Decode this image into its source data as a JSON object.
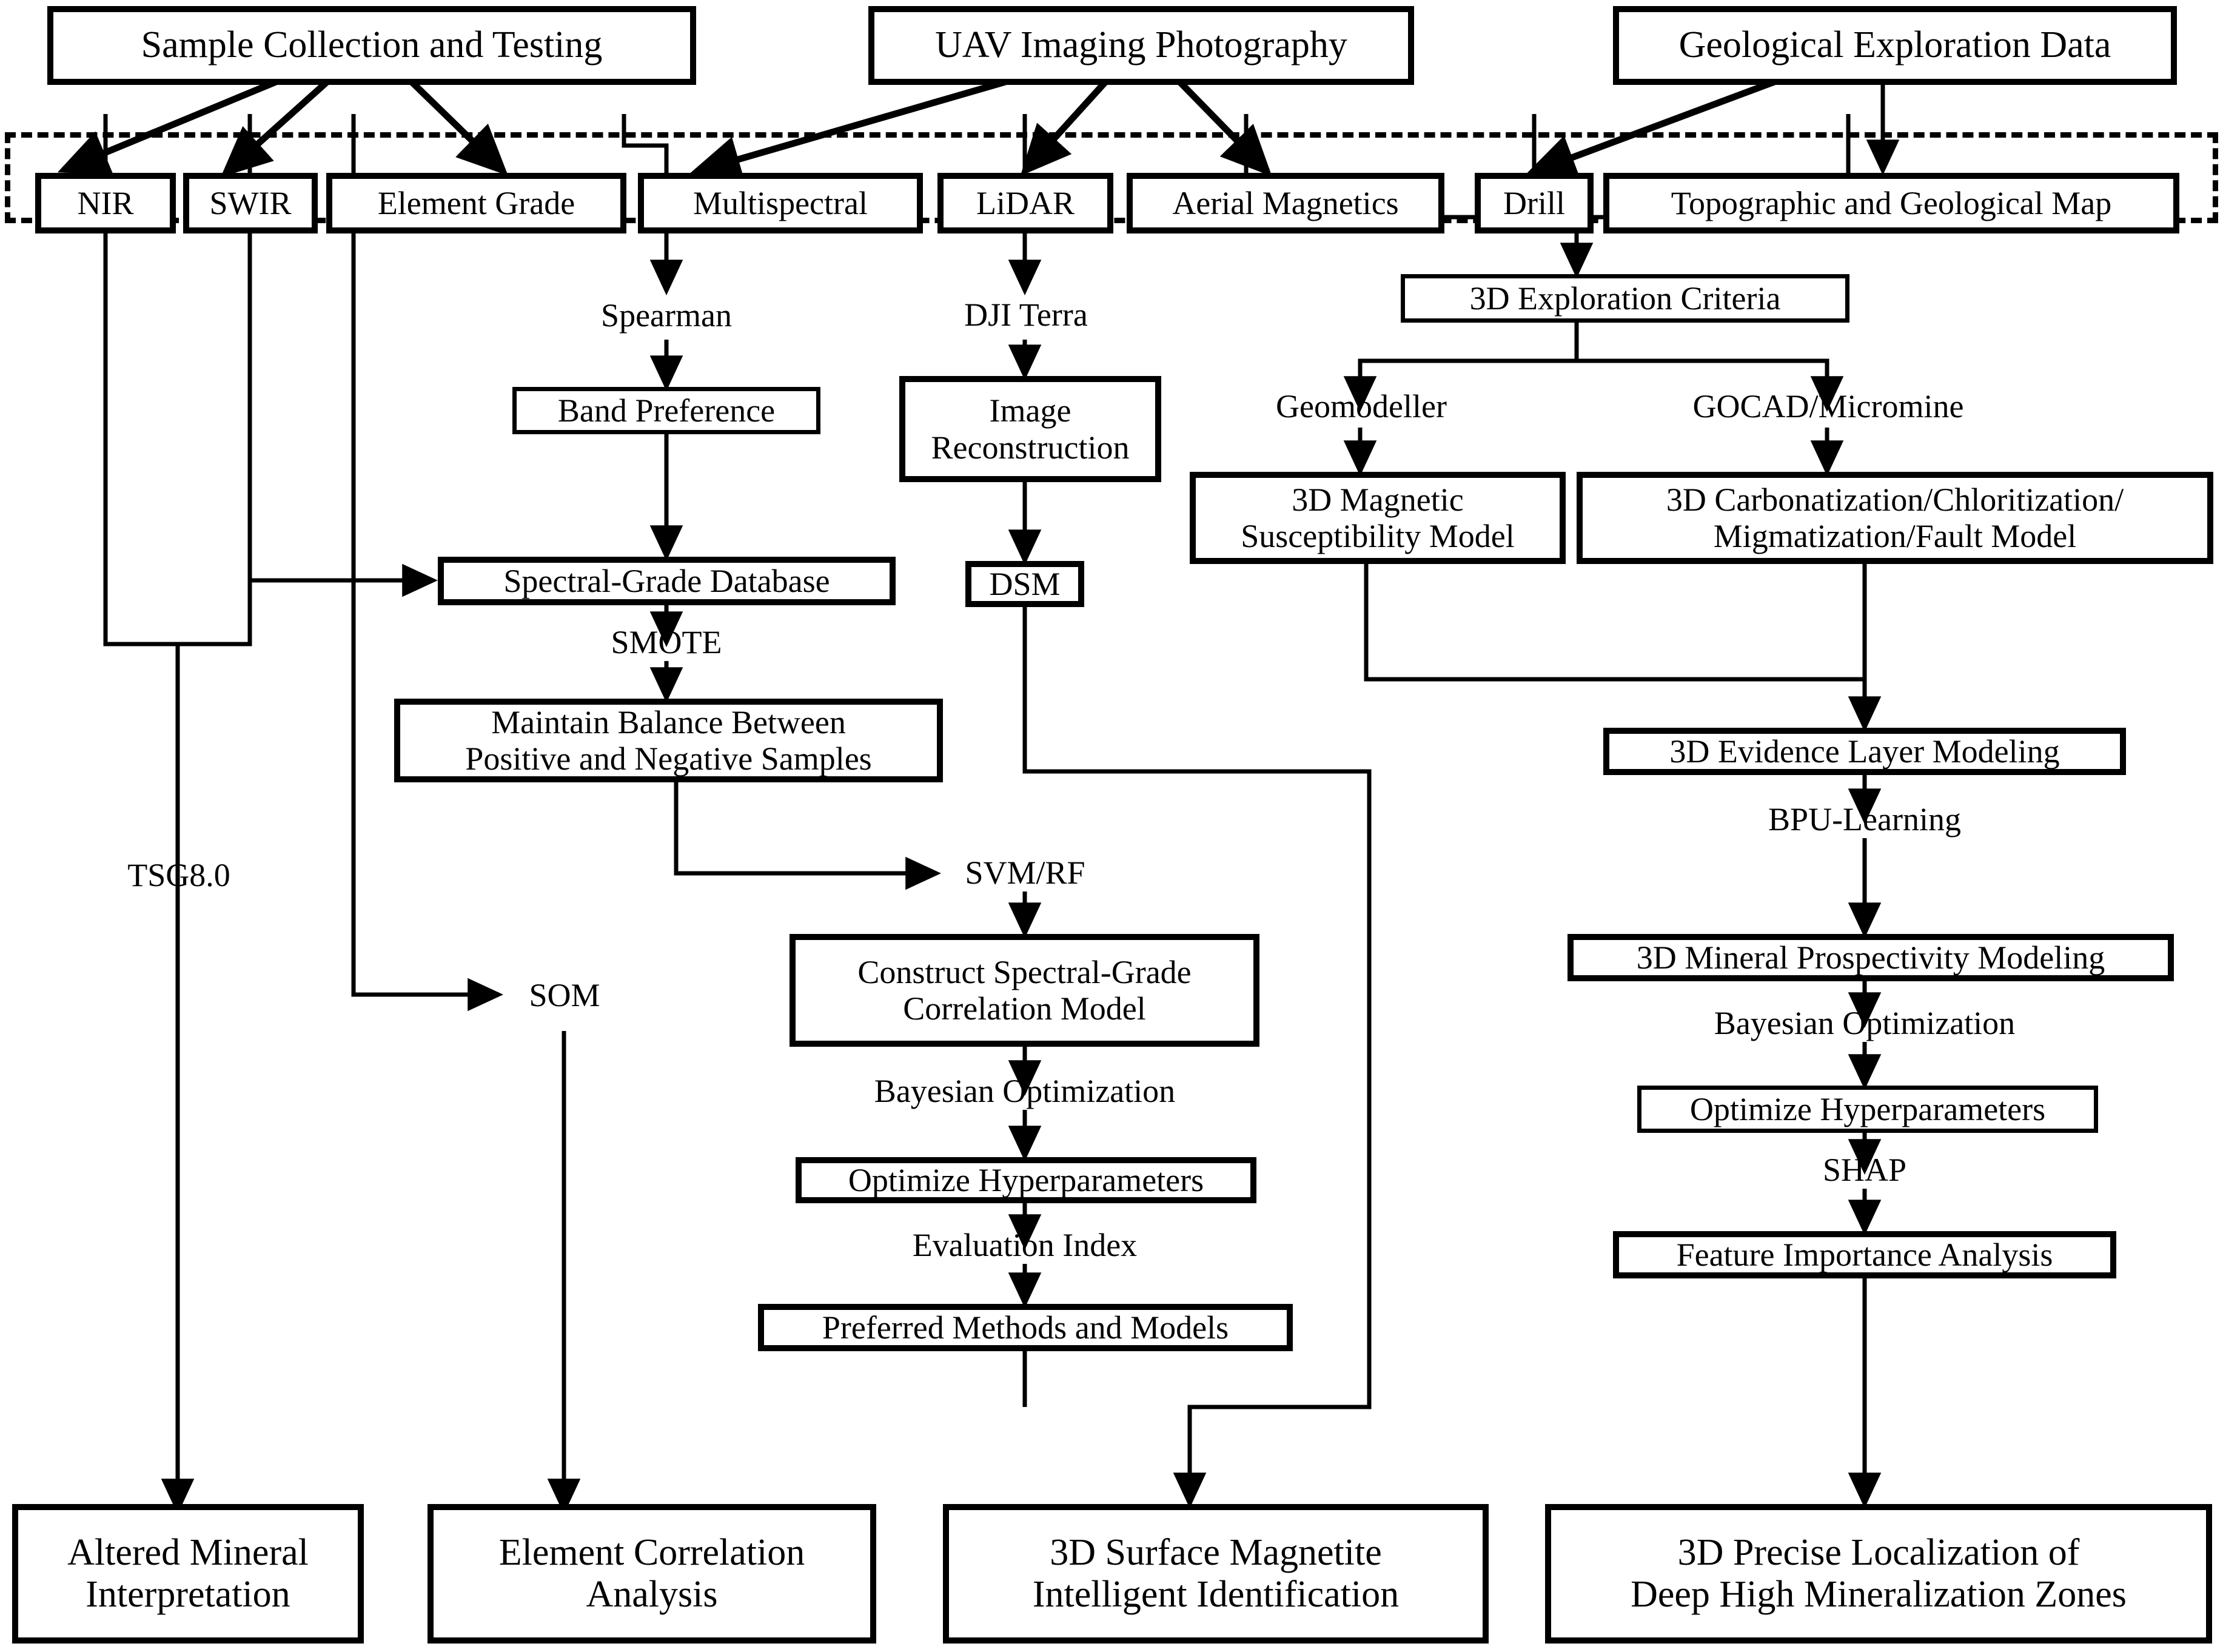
{
  "diagram": {
    "title": "Integrated UAV, Spectral and Geological 3D Mineral Prospectivity Workflow",
    "colors": {
      "stroke": "#000000",
      "fill": "#ffffff"
    },
    "data_group_label": "dashed-data-sources-band"
  },
  "sources": {
    "sample": "Sample Collection and Testing",
    "uav": "UAV Imaging Photography",
    "geo": "Geological Exploration Data"
  },
  "data_layer": {
    "nir": "NIR",
    "swir": "SWIR",
    "element_grade": "Element Grade",
    "multispectral": "Multispectral",
    "lidar": "LiDAR",
    "aeromag": "Aerial Magnetics",
    "drill": "Drill",
    "topomap": "Topographic and Geological Map"
  },
  "spectral_branch": {
    "spearman": "Spearman",
    "band_preference": "Band Preference",
    "spectral_grade_db": "Spectral-Grade Database",
    "smote": "SMOTE",
    "balance": "Maintain Balance Between\nPositive and Negative Samples",
    "svm_rf": "SVM/RF",
    "construct_model": "Construct Spectral-Grade\nCorrelation Model",
    "bayesian": "Bayesian Optimization",
    "optimize_hyper": "Optimize Hyperparameters",
    "evaluation_index": "Evaluation Index",
    "preferred_methods": "Preferred Methods and Models",
    "tsg": "TSG8.0",
    "som": "SOM"
  },
  "uav_branch": {
    "dji_terra": "DJI Terra",
    "image_reconstruction": "Image\nReconstruction",
    "dsm": "DSM"
  },
  "geo_branch": {
    "criteria": "3D Exploration Criteria",
    "geomodeller": "Geomodeller",
    "gocad": "GOCAD/Micromine",
    "magnetic_model": "3D Magnetic\nSusceptibility Model",
    "alteration_model": "3D Carbonatization/Chloritization/\nMigmatization/Fault Model",
    "evidence_layer": "3D Evidence Layer Modeling",
    "bpu": "BPU-Learning",
    "prospectivity": "3D Mineral Prospectivity Modeling",
    "bayesian": "Bayesian Optimization",
    "optimize_hyper": "Optimize Hyperparameters",
    "shap": "SHAP",
    "feature_importance": "Feature Importance Analysis"
  },
  "outputs": {
    "altered_mineral": "Altered Mineral\nInterpretation",
    "element_correlation": "Element Correlation\nAnalysis",
    "surface_magnetite": "3D Surface Magnetite\nIntelligent Identification",
    "deep_zones": "3D Precise Localization of\nDeep High Mineralization Zones"
  }
}
